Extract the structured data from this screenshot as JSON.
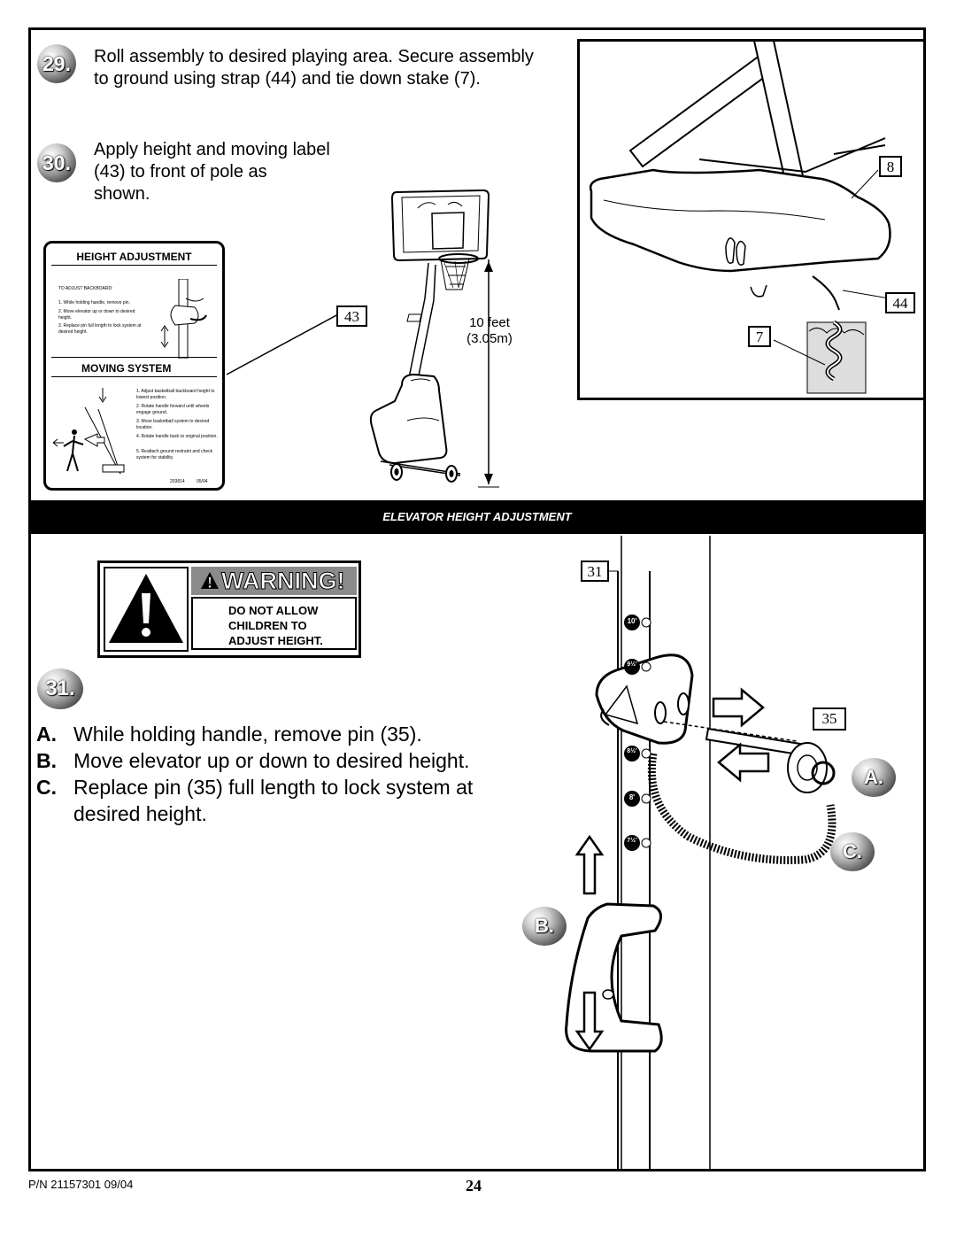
{
  "step29": {
    "number": "29.",
    "text_line1": "Roll assembly to desired playing area.  Secure assembly",
    "text_line2": "to ground using strap (44) and tie down stake (7)."
  },
  "step30": {
    "number": "30.",
    "text_line1": "Apply height and moving label",
    "text_line2": "(43) to front of pole as",
    "text_line3": "shown."
  },
  "label_card": {
    "height_title": "HEIGHT ADJUSTMENT",
    "height_subtitle": "TO ADJUST BACKBOARD:",
    "height_steps": [
      "1.  While holding handle, remove pin.",
      "2.  Move elevator up or down to desired height.",
      "3.  Replace pin full length to lock system at desired height."
    ],
    "moving_title": "MOVING SYSTEM",
    "moving_steps": [
      "1.  Adjust basketball backboard height to lowest position.",
      "2.  Rotate handle forward until wheels engage ground.",
      "3.  Move basketball system to desired location.",
      "4.  Rotate handle back to original position.",
      "5.  Reattach ground restraint and check system for stability."
    ],
    "code": "203814",
    "date": "05/04"
  },
  "callouts": {
    "c43": "43",
    "c8": "8",
    "c44": "44",
    "c7": "7",
    "c31": "31",
    "c35": "35"
  },
  "height_dim": {
    "feet": "10 feet",
    "meters": "(3.05m)"
  },
  "section_title": "ELEVATOR HEIGHT ADJUSTMENT",
  "warning": {
    "title": "WARNING!",
    "line1": "DO NOT ALLOW",
    "line2": "CHILDREN TO",
    "line3": "ADJUST HEIGHT."
  },
  "step31": {
    "number": "31.",
    "items": [
      {
        "letter": "A.",
        "text": "While holding handle, remove pin (35)."
      },
      {
        "letter": "B.",
        "text": "Move elevator up or down to desired height."
      },
      {
        "letter": "C.",
        "text": "Replace pin (35) full length to lock system at"
      }
    ],
    "item_c_line2": "desired height."
  },
  "pole_marks": [
    "10'",
    "9½'",
    "8½'",
    "8'",
    "7½'"
  ],
  "badges": {
    "a": "A.",
    "b": "B.",
    "c": "C."
  },
  "footer": {
    "part_number": "P/N 21157301   09/04",
    "page": "24"
  }
}
